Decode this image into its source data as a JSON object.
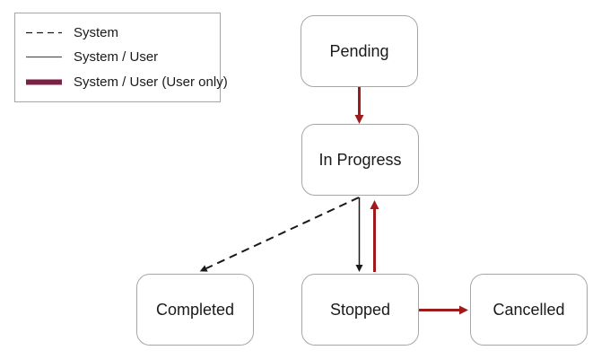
{
  "diagram": {
    "title": "state-transition-diagram",
    "nodes": [
      {
        "id": "pending",
        "label": "Pending"
      },
      {
        "id": "in-progress",
        "label": "In Progress"
      },
      {
        "id": "completed",
        "label": "Completed"
      },
      {
        "id": "stopped",
        "label": "Stopped"
      },
      {
        "id": "cancelled",
        "label": "Cancelled"
      }
    ],
    "edges": [
      {
        "from": "Pending",
        "to": "In Progress",
        "line": "solid-thick",
        "color": "red",
        "actor": "System / User (User only)"
      },
      {
        "from": "In Progress",
        "to": "Completed",
        "line": "dashed",
        "color": "black",
        "actor": "System"
      },
      {
        "from": "In Progress",
        "to": "Stopped",
        "line": "solid-thin",
        "color": "black",
        "actor": "System / User"
      },
      {
        "from": "Stopped",
        "to": "In Progress",
        "line": "solid-thick",
        "color": "red",
        "actor": "System / User (User only)"
      },
      {
        "from": "Stopped",
        "to": "Cancelled",
        "line": "solid-thick",
        "color": "red",
        "actor": "System / User (User only)"
      }
    ]
  },
  "legend": {
    "items": [
      {
        "label": "System",
        "style": "dashed"
      },
      {
        "label": "System / User",
        "style": "solid"
      },
      {
        "label": "System / User (User only)",
        "style": "thick"
      }
    ]
  },
  "colors": {
    "arrow_red": "#9e1b1b",
    "accent_maroon": "#7a2145",
    "node_border": "#a6a6a6",
    "line_black": "#1a1a1a"
  }
}
